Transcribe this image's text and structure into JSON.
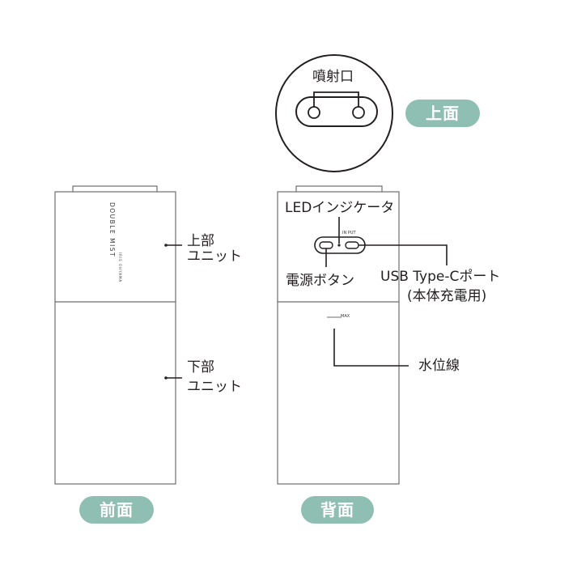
{
  "top_view": {
    "nozzle_label": "噴射口",
    "tag": "上面"
  },
  "front_view": {
    "brand": "DOUBLE MIST",
    "brand_sub": "IRIS OHYAMA",
    "upper_unit_label_line1": "上部",
    "upper_unit_label_line2": "ユニット",
    "lower_unit_label_line1": "下部",
    "lower_unit_label_line2": "ユニット",
    "tag": "前面"
  },
  "back_view": {
    "led_label": "LEDインジケータ",
    "input_marking": "IN PUT",
    "max_marking": "MAX",
    "power_button_label": "電源ボタン",
    "usb_label_line1": "USB Type-Cポート",
    "usb_label_line2": "(本体充電用)",
    "water_line_label": "水位線",
    "tag": "背面"
  },
  "colors": {
    "tag_background": "#8fbeb2",
    "line": "#231f20",
    "outline": "#6e6e6e"
  }
}
